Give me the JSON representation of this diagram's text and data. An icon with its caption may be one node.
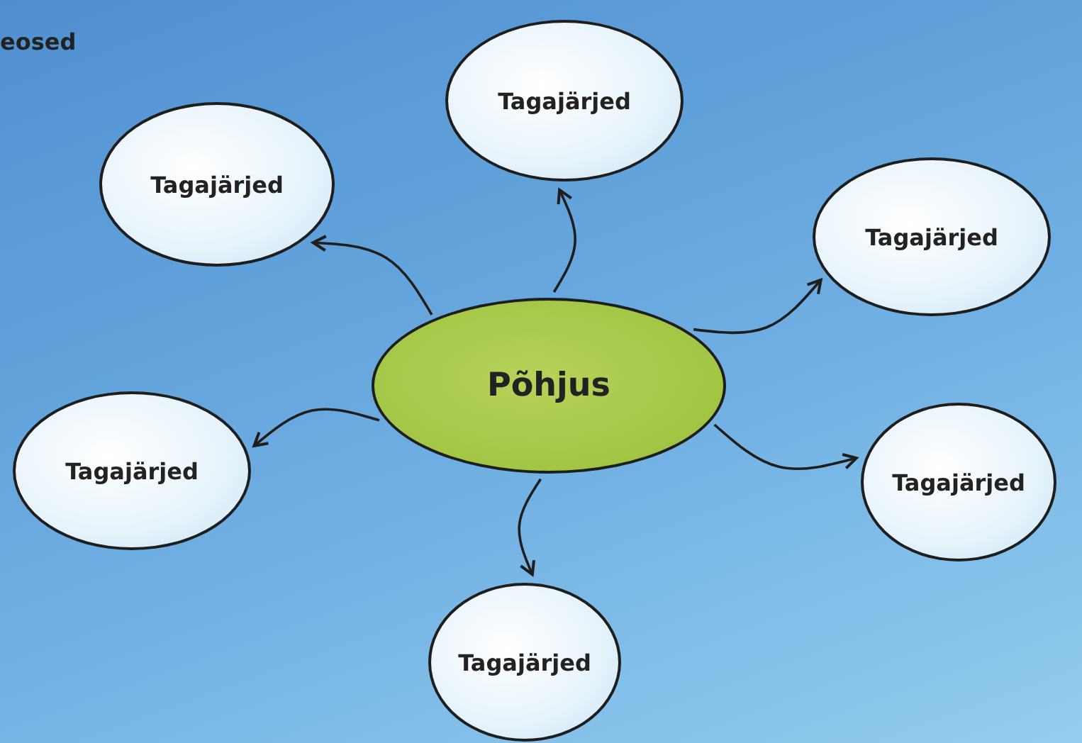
{
  "diagram": {
    "nodes": [
      {
        "text": [
          "Tagajärjed"
        ]
      },
      {
        "text": [
          "Tagajärjed"
        ]
      },
      {
        "text": [
          "Tagajärjed"
        ]
      },
      {
        "text": [
          "Põhjus"
        ]
      },
      {
        "text": [
          "Tagajärjed"
        ]
      },
      {
        "text": [
          "Tagajärjed"
        ]
      },
      {
        "text": [
          "Tagajärjed"
        ]
      }
    ],
    "edges": [
      {
        "from": 3,
        "to": 0,
        "arrow": "to"
      },
      {
        "from": 3,
        "to": 1,
        "arrow": "to"
      },
      {
        "from": 3,
        "to": 2,
        "arrow": "to"
      },
      {
        "from": 3,
        "to": 4,
        "arrow": "to"
      },
      {
        "from": 3,
        "to": 5,
        "arrow": "to"
      },
      {
        "from": 3,
        "to": 6,
        "arrow": "to"
      }
    ],
    "labels": [
      "eosed"
    ]
  }
}
